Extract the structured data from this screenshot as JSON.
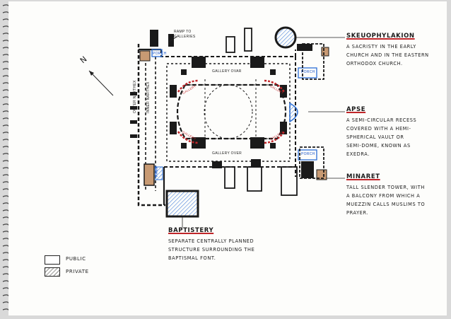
{
  "plan": {
    "ramp_label": "RAMP TO\nGALLERIES",
    "gallery_top_label": "GALLERY OVAR",
    "gallery_bottom_label": "GALLERY OVER",
    "outer_narthex_label": "OUTER NARTHEX",
    "inner_narthex_label": "INNER NARTHEX",
    "porch_labels": [
      "PORCH",
      "PORCH",
      "PORCH"
    ],
    "red_labels": [
      "GALLERY",
      "GALLERY",
      "GALLERY",
      "GALLERY"
    ],
    "ramp_side_label": "RAMP"
  },
  "annotations": {
    "skeuophylakion": {
      "title": "SKEUOPHYLAKION",
      "lines": [
        "A SACRISTY IN THE EARLY",
        "CHURCH AND IN THE EASTERN",
        "ORTHODOX CHURCH."
      ]
    },
    "apse": {
      "title": "APSE",
      "lines": [
        "A SEMI-CIRCULAR RECESS",
        "COVERED WITH A HEMI-",
        "SPHERICAL VAULT OR",
        "SEMI-DOME, KNOWN AS",
        "EXEDRA."
      ]
    },
    "minaret": {
      "title": "MINARET",
      "lines": [
        "TALL SLENDER TOWER, WITH",
        "A BALCONY FROM WHICH A",
        "MUEZZIN CALLS MUSLIMS TO",
        "PRAYER."
      ]
    },
    "baptistery": {
      "title": "BAPTISTERY",
      "lines": [
        "SEPARATE CENTRALLY PLANNED",
        "STRUCTURE SURROUNDING THE",
        "BAPTISMAL FONT."
      ]
    }
  },
  "north_label": "N",
  "legend": {
    "public": "PUBLIC",
    "private": "PRIVATE"
  },
  "colors": {
    "wall": "#1a1a1a",
    "private_fill": "#c89a73",
    "blue_accent": "#2c6fd6",
    "red_accent": "#c0262a",
    "paper": "#fdfdfb"
  }
}
